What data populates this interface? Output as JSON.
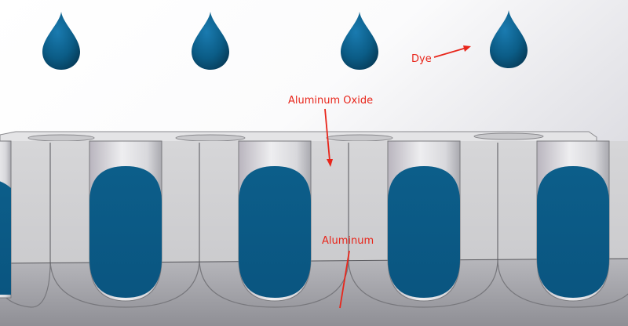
{
  "labels": {
    "dye": "Dye",
    "aluminum_oxide": "Aluminum Oxide",
    "aluminum": "Aluminum"
  },
  "icons": {
    "drop": "dye-drop-icon",
    "arrow": "pointer-arrow-icon"
  },
  "colors": {
    "label_text": "#e8261b",
    "arrow": "#e8261b",
    "dye": "#0b5c86",
    "dye_dark": "#073f5e",
    "oxide_face": "#d2d2d4",
    "oxide_top": "#e2e2e4",
    "background_top": "#ffffff",
    "background_right": "#dcdce2"
  }
}
